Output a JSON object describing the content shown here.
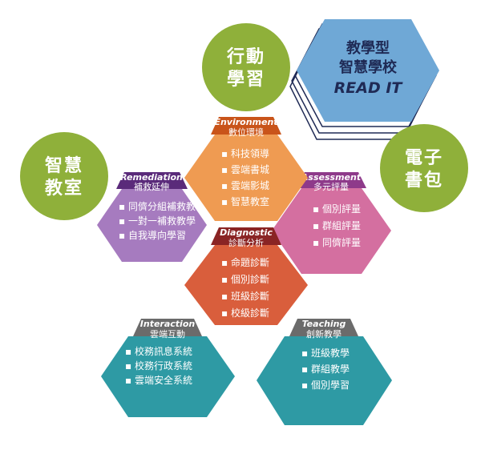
{
  "circles": {
    "xingdong": {
      "line1": "行動",
      "line2": "學習",
      "color": "#8fb03a"
    },
    "zhihui": {
      "line1": "智慧",
      "line2": "教室",
      "color": "#8fb03a"
    },
    "dianzi": {
      "line1": "電子",
      "line2": "書包",
      "color": "#8fb03a"
    }
  },
  "read_it": {
    "line1": "教學型",
    "line2": "智慧學校",
    "line3": "READ IT",
    "color": "#6fa8d6"
  },
  "hexes": {
    "environment": {
      "en": "Environment",
      "zh": "數位環境",
      "items": [
        "科技領導",
        "雲端書城",
        "雲端影城",
        "智慧教室"
      ],
      "tab_color": "#c9541a",
      "color": "#ef9b52"
    },
    "remediation": {
      "en": "Remediation",
      "zh": "補救延伸",
      "items": [
        "同儕分組補救教學",
        "一對一補救教學",
        "自我導向學習"
      ],
      "tab_color": "#5a2a7a",
      "color": "#a67bbf"
    },
    "assessment": {
      "en": "Assessment",
      "zh": "多元評量",
      "items": [
        "個別評量",
        "群組評量",
        "同儕評量"
      ],
      "tab_color": "#8e3a8a",
      "color": "#d46fa0"
    },
    "diagnostic": {
      "en": "Diagnostic",
      "zh": "診斷分析",
      "items": [
        "命題診斷",
        "個別診斷",
        "班級診斷",
        "校級診斷"
      ],
      "tab_color": "#8a2424",
      "color": "#d95e3c"
    },
    "interaction": {
      "en": "Interaction",
      "zh": "雲端互動",
      "items": [
        "校務訊息系統",
        "校務行政系統",
        "雲端安全系統"
      ],
      "tab_color": "#6b6b6b",
      "color": "#2e9aa4"
    },
    "teaching": {
      "en": "Teaching",
      "zh": "創新教學",
      "items": [
        "班級教學",
        "群組教學",
        "個別學習"
      ],
      "tab_color": "#6b6b6b",
      "color": "#2e9aa4"
    }
  }
}
